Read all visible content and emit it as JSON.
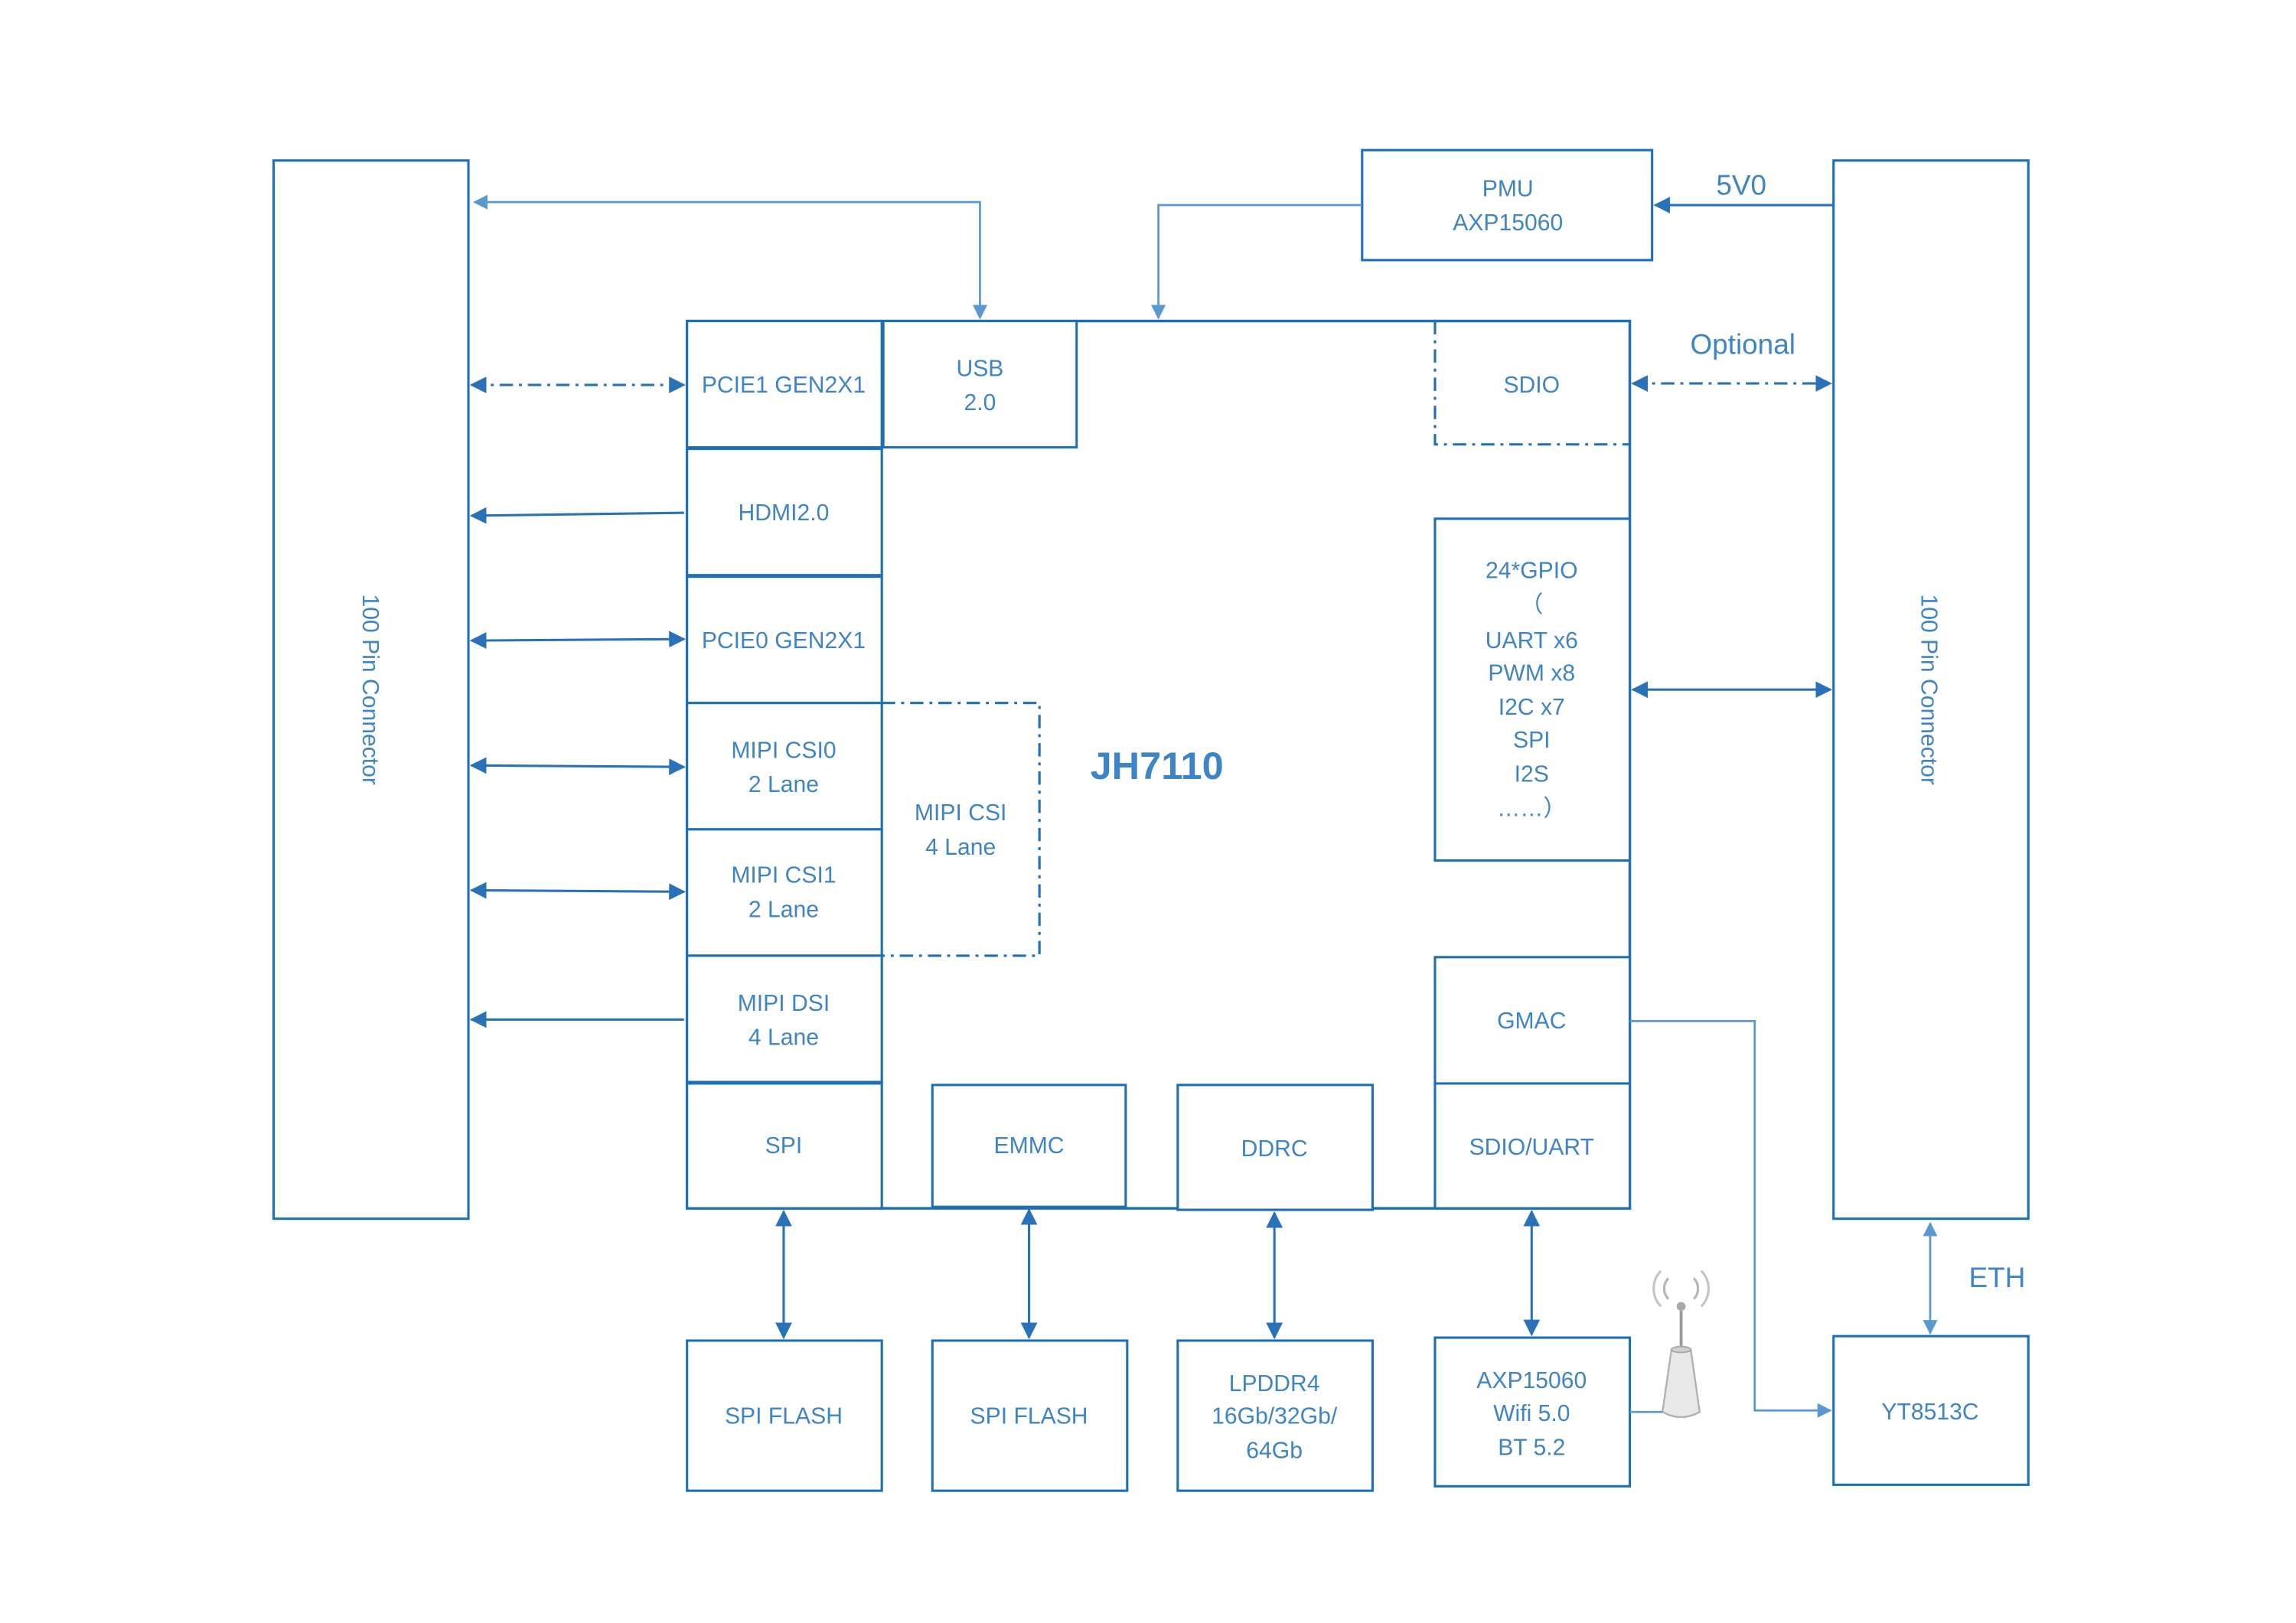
{
  "colors": {
    "line": "#1f6fb5",
    "text": "#3f84c4",
    "background": "#ffffff"
  },
  "chip": {
    "name": "JH7110"
  },
  "left_connector": {
    "label": "100 Pin Connector"
  },
  "right_connector": {
    "label": "100 Pin Connector"
  },
  "pmu": {
    "line1": "PMU",
    "line2": "AXP15060"
  },
  "power_label": "5V0",
  "optional_label": "Optional",
  "eth_label": "ETH",
  "blocks": {
    "pcie1": "PCIE1 GEN2X1",
    "usb": {
      "line1": "USB",
      "line2": "2.0"
    },
    "hdmi": "HDMI2.0",
    "pcie0": "PCIE0 GEN2X1",
    "csi0": {
      "line1": "MIPI CSI0",
      "line2": "2 Lane"
    },
    "csi1": {
      "line1": "MIPI CSI1",
      "line2": "2 Lane"
    },
    "csi_combined": {
      "line1": "MIPI CSI",
      "line2": "4 Lane"
    },
    "dsi": {
      "line1": "MIPI DSI",
      "line2": "4 Lane"
    },
    "spi": "SPI",
    "emmc": "EMMC",
    "ddrc": "DDRC",
    "sdio_uart": "SDIO/UART",
    "sdio": "SDIO",
    "gmac": "GMAC",
    "gpio": [
      "24*GPIO",
      "（",
      "UART x6",
      "PWM x8",
      "I2C x7",
      "SPI",
      "I2S",
      "……）"
    ]
  },
  "external": {
    "spi_flash_1": "SPI FLASH",
    "spi_flash_2": "SPI FLASH",
    "lpddr4": [
      "LPDDR4",
      "16Gb/32Gb/",
      "64Gb"
    ],
    "wifi": [
      "AXP15060",
      "Wifi 5.0",
      "BT 5.2"
    ],
    "phy": "YT8513C"
  },
  "icons": {
    "antenna": "antenna-icon"
  }
}
